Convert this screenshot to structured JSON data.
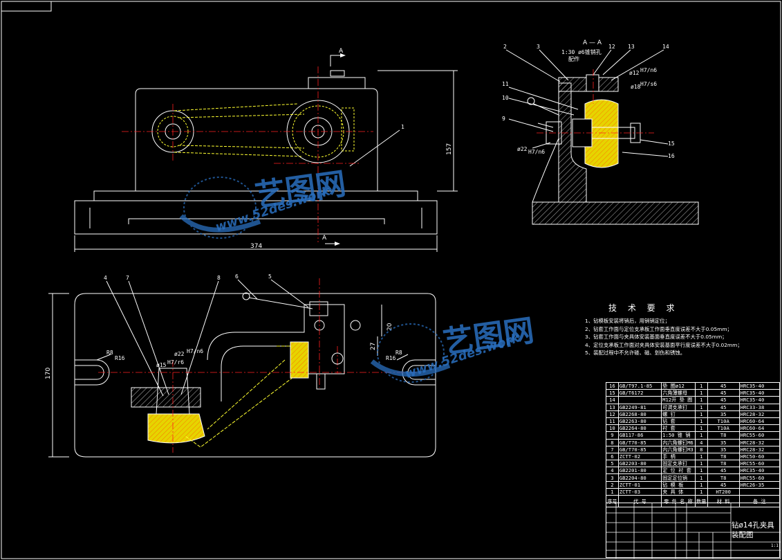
{
  "section_title": "A — A",
  "section_note": [
    "1:30  ø6锥销孔",
    "配作"
  ],
  "section_marker": "A",
  "dimensions": {
    "width_front": "374",
    "height_front": "157",
    "height_plan": "170",
    "d20": "20",
    "d27": "27",
    "r8_left": "R8",
    "r16_left": "R16",
    "r8_right": "R8",
    "r16_right": "R16",
    "phi22_left": "ø22",
    "phi22_fit": "H7/n6",
    "phi15": "ø15",
    "phi15_fit": "H7/r6",
    "phi12": "ø12",
    "phi12_fit": "H7/n6",
    "phi18": "ø18",
    "phi18_fit": "H7/s6",
    "phi22_section": "ø22",
    "phi22_section_fit": "H7/n6"
  },
  "balloons_front": [
    "1"
  ],
  "balloons_plan": [
    "4",
    "7",
    "8",
    "6",
    "5"
  ],
  "balloons_section": [
    "2",
    "3",
    "12",
    "13",
    "14",
    "11",
    "10",
    "9",
    "15",
    "16"
  ],
  "tech_requirements": {
    "title": "技 术 要 求",
    "items": [
      "1、钻模板安装将销后，用销销定位；",
      "2、钻套工作面与定位支承板工作面垂直度误差不大于0.05mm；",
      "3、钻套工作面与夹具体安装基面垂直度误差不大于0.05mm；",
      "4、定位支承板工作面对夹具体安装基面平行度误差不大于0.02mm；",
      "5、装配过程中不允许碰、磁、划伤和锈蚀。"
    ]
  },
  "bom": {
    "rows": [
      [
        "16",
        "GB/T97.1-85",
        "垫 圈ø12",
        "1",
        "45",
        "HRC35-40"
      ],
      [
        "15",
        "GB/T6172",
        "六角薄螺母",
        "1",
        "45",
        "HRC35-40"
      ],
      [
        "14",
        "",
        "M12开 垫 圈",
        "1",
        "45",
        "HRC35-40"
      ],
      [
        "13",
        "GB2249-81",
        "可调支承钉",
        "1",
        "45",
        "HRC33-38"
      ],
      [
        "12",
        "GB2268-80",
        "螺 钉",
        "1",
        "35",
        "HRC28-32"
      ],
      [
        "11",
        "GB2263-80",
        "钻 套",
        "1",
        "T10A",
        "HRC60-64"
      ],
      [
        "10",
        "GB2264-80",
        "衬 套",
        "1",
        "T10A",
        "HRC60-64"
      ],
      [
        "9",
        "GB117-86",
        "1:50 锥 销",
        "1",
        "T8",
        "HRC55-60"
      ],
      [
        "8",
        "GB/T70-85",
        "内六角螺钉M6",
        "4",
        "35",
        "HRC28-32"
      ],
      [
        "7",
        "GB/T70-85",
        "内六角螺钉M3",
        "8",
        "35",
        "HRC28-32"
      ],
      [
        "6",
        "ZCTT-02",
        "手 柄",
        "1",
        "T8",
        "HRC50-60"
      ],
      [
        "5",
        "GB2203-80",
        "固定支承钉",
        "1",
        "T8",
        "HRC55-60"
      ],
      [
        "4",
        "GB2201-80",
        "定 位 衬 套",
        "1",
        "45",
        "HRC35-40"
      ],
      [
        "3",
        "GB2204-80",
        "固定定位销",
        "1",
        "T8",
        "HRC55-60"
      ],
      [
        "2",
        "ZCTT-01",
        "钻 模 板",
        "1",
        "45",
        "HRC26-35"
      ],
      [
        "1",
        "ZCTT-03",
        "夹 具 体",
        "1",
        "HT200",
        ""
      ]
    ],
    "header": [
      "序号",
      "代 号",
      "零 件 名 称",
      "数量",
      "材 料",
      "备 注"
    ]
  },
  "title_block": {
    "drawing_title": "钻ø14孔夹具装配图",
    "sheet": "1:1"
  },
  "watermark": {
    "brand": "艺图网",
    "url": "www.52des.work"
  },
  "colors": {
    "background": "#000000",
    "line": "#ffffff",
    "center": "#ff2020",
    "hidden": "#ffff30",
    "hatch_fill": "#e6d400",
    "watermark": "#2a6fbf"
  }
}
